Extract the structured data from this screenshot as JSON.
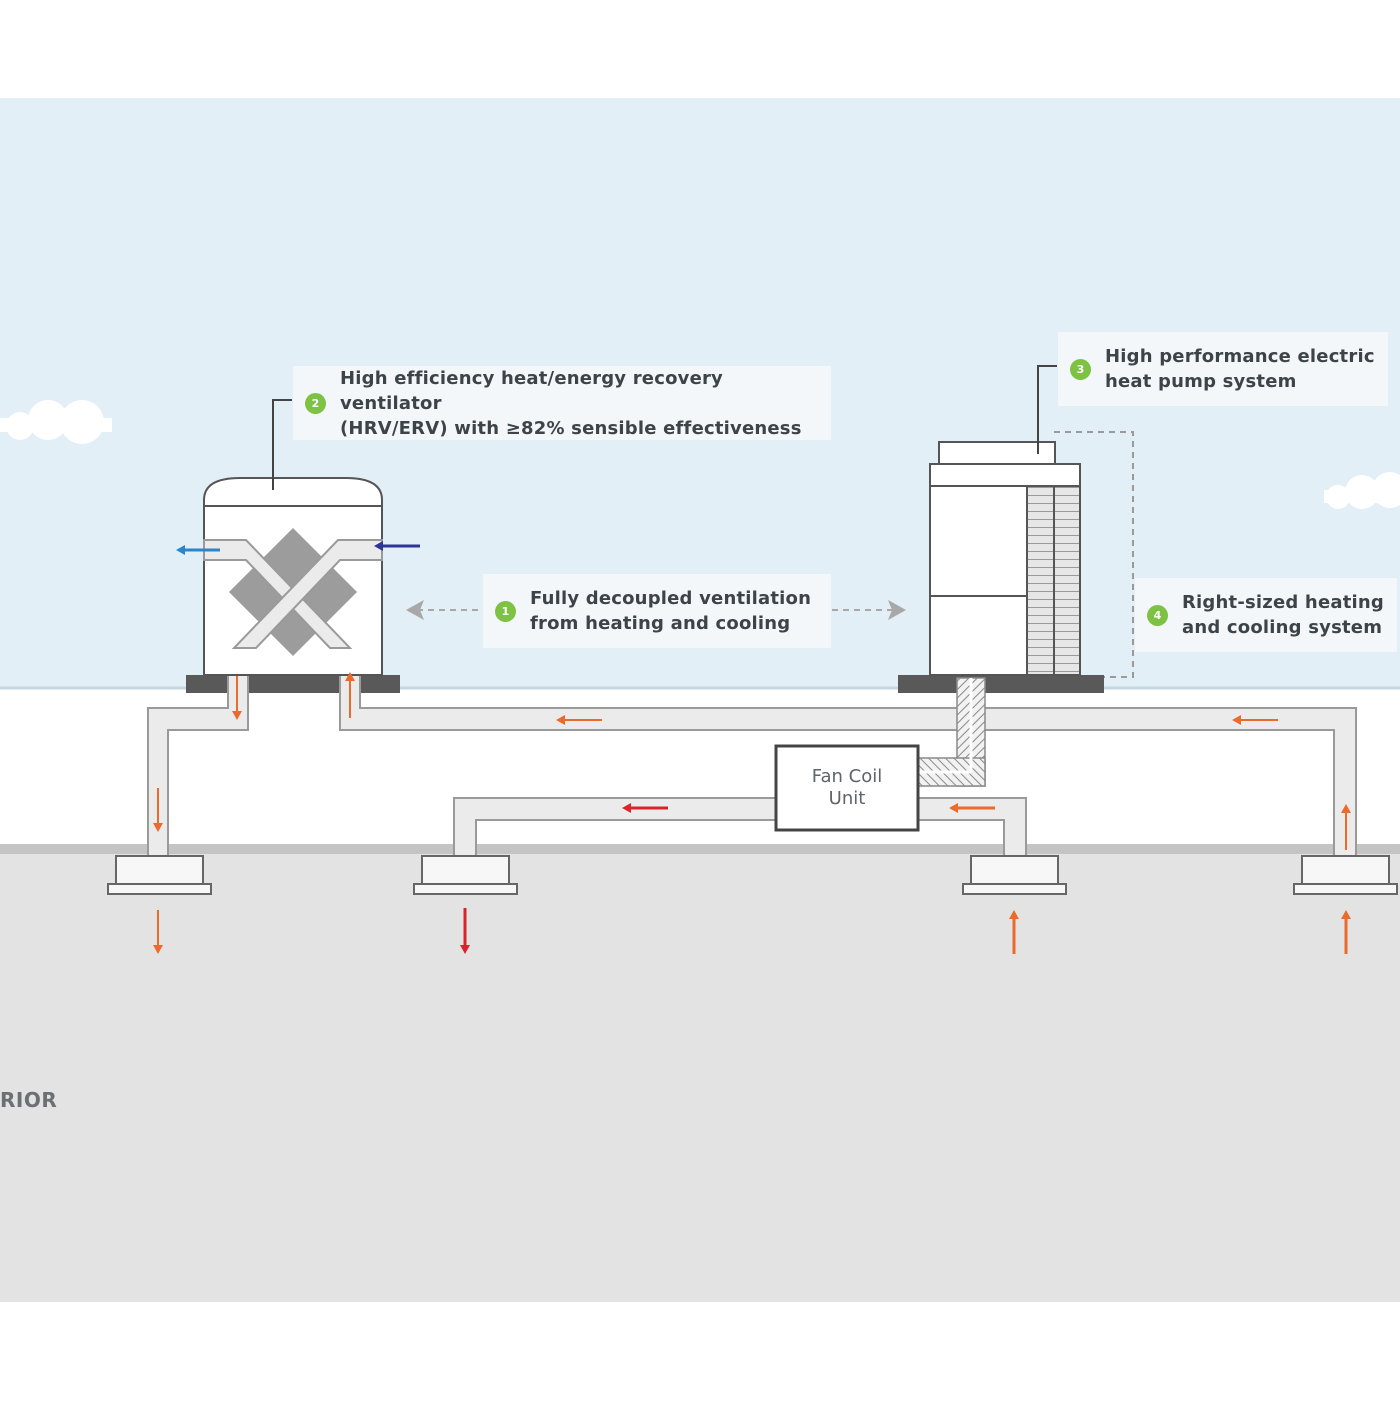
{
  "callouts": [
    {
      "number": "1",
      "text": "Fully decoupled ventilation\nfrom heating and cooling"
    },
    {
      "number": "2",
      "text": "High efficiency heat/energy recovery ventilator\n(HRV/ERV) with ≥82% sensible effectiveness"
    },
    {
      "number": "3",
      "text": "High performance electric\nheat pump system"
    },
    {
      "number": "4",
      "text": "Right-sized heating\nand cooling system"
    }
  ],
  "fan_coil": {
    "label": "Fan Coil\nUnit"
  },
  "interior_label": "RIOR",
  "colors": {
    "sky": "#e2eff6",
    "interior": "#e3e3e3",
    "duct_fill": "#ebebeb",
    "duct_stroke": "#9a9a9a",
    "badge": "#7dc242",
    "arrow_orange": "#ec6a2c",
    "arrow_red": "#d8242a",
    "arrow_blue": "#2a86c9",
    "arrow_navy": "#2e3592",
    "heat_exchanger": "#9c9c9c",
    "roof_base": "#595959"
  }
}
